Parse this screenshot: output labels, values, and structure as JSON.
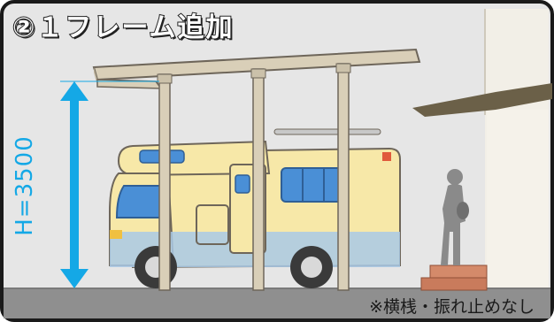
{
  "panel": {
    "title": "②１フレーム追加",
    "height_label": "H=3500",
    "note": "※横桟・振れ止めなし"
  },
  "colors": {
    "background": "#e6e6e6",
    "ground": "#8f8f8f",
    "frame": "#d9cfb8",
    "frame_outline": "#6e665a",
    "dimension": "#14a8e6",
    "camper_body": "#f7e8a8",
    "camper_stripe": "#a9c9e6",
    "window": "#4a8fd6",
    "wall": "#f2efe7",
    "roof": "#6b6048",
    "steps": "#c97b5c",
    "person": "#8a8a8a"
  },
  "icons": [
    "camper-van-illustration",
    "carport-frame-illustration",
    "person-silhouette",
    "dimension-arrow"
  ]
}
